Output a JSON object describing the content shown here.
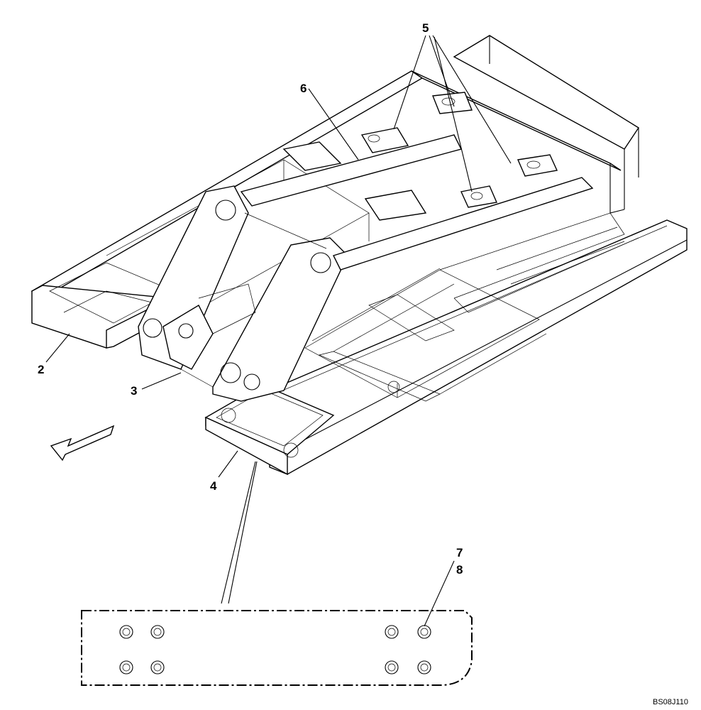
{
  "diagram": {
    "callouts": [
      {
        "id": "c2",
        "text": "2"
      },
      {
        "id": "c3",
        "text": "3"
      },
      {
        "id": "c4",
        "text": "4"
      },
      {
        "id": "c5",
        "text": "5"
      },
      {
        "id": "c6",
        "text": "6"
      },
      {
        "id": "c7",
        "text": "7"
      },
      {
        "id": "c8",
        "text": "8"
      }
    ],
    "drawing_code": "BS08J110"
  }
}
